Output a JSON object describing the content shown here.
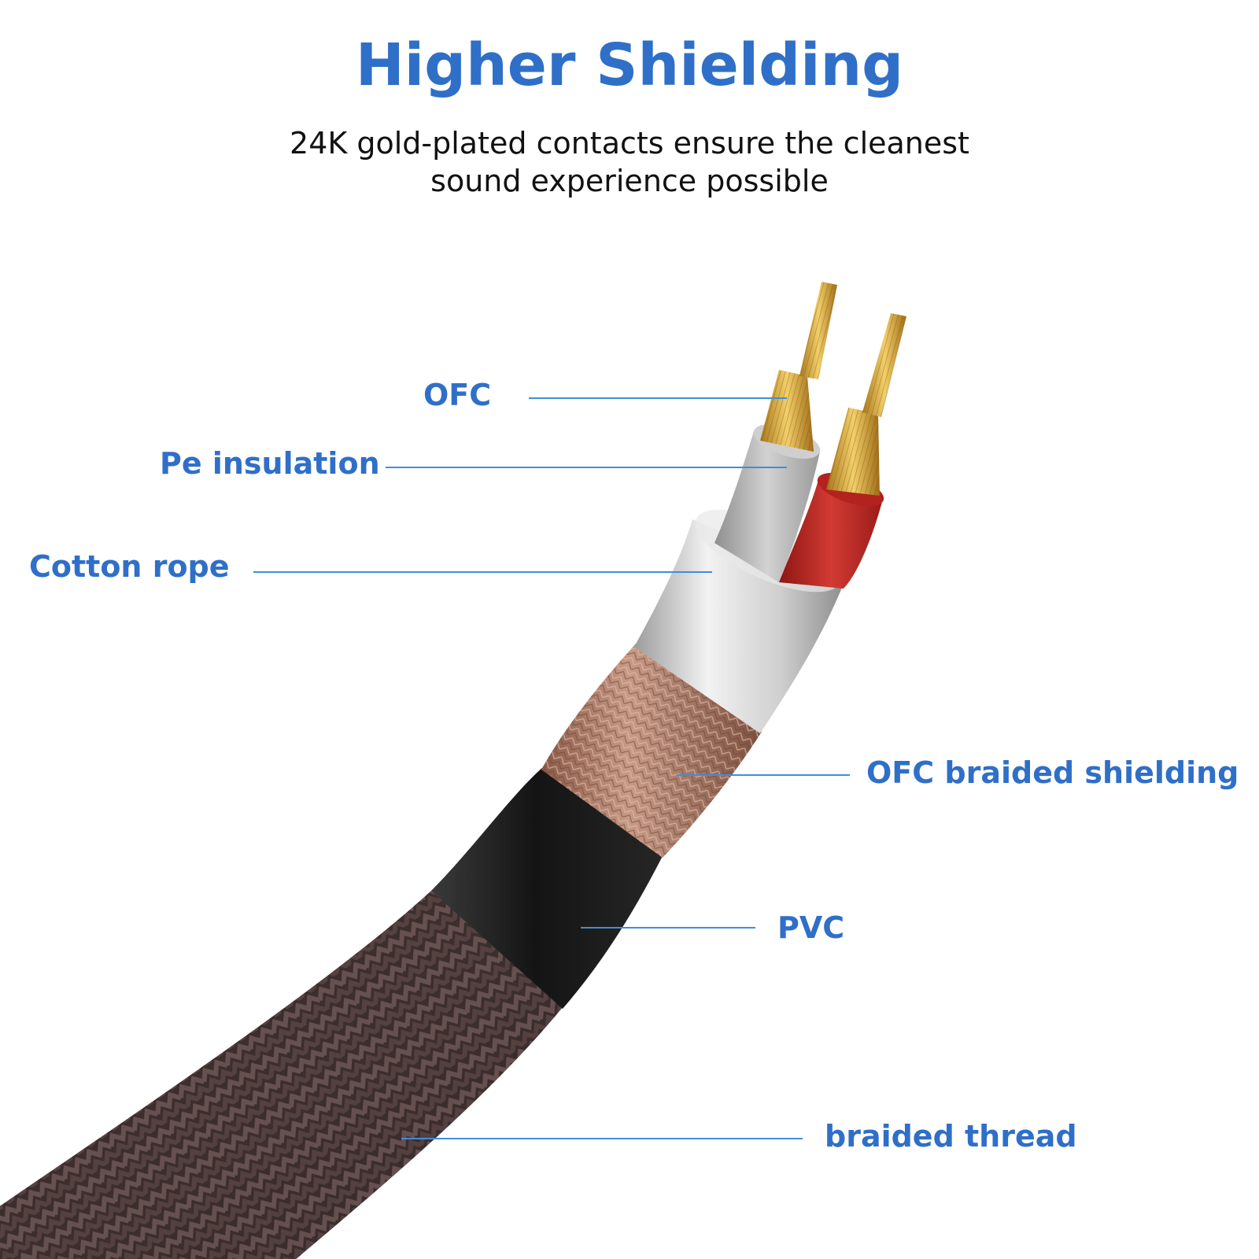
{
  "header": {
    "title": "Higher Shielding",
    "subtitle_line1": "24K gold-plated contacts ensure the cleanest",
    "subtitle_line2": "sound experience possible"
  },
  "labels": {
    "ofc": "OFC",
    "pe_insulation": "Pe insulation",
    "cotton_rope": "Cotton rope",
    "ofc_braided_shielding": "OFC braided shielding",
    "pvc": "PVC",
    "braided_thread": "braided thread"
  },
  "colors": {
    "accent": "#2f6fc8",
    "leader_line": "#3f8fd8",
    "gold": "#d9a632",
    "red_insulation": "#c62b28",
    "gray_insulation": "#b9b9b9",
    "foil": "#d7d7d7",
    "copper_braid": "#a7705a",
    "pvc": "#1c1c1c",
    "outer_braid": "#4a3a3a"
  }
}
